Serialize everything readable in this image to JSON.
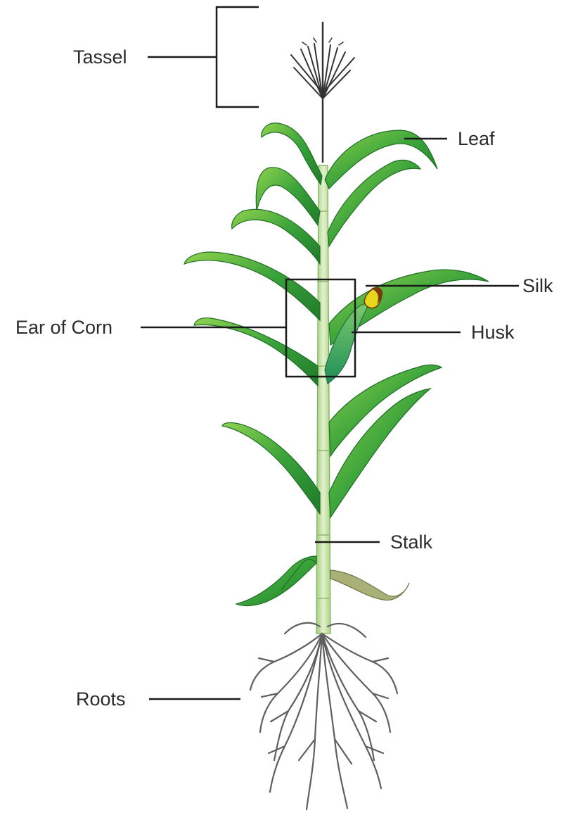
{
  "labels": {
    "tassel": "Tassel",
    "leaf": "Leaf",
    "silk": "Silk",
    "ear_of_corn": "Ear of Corn",
    "husk": "Husk",
    "stalk": "Stalk",
    "roots": "Roots"
  },
  "colors": {
    "leaf_dark": "#2e8b2e",
    "leaf_light": "#7fc94a",
    "stalk": "#cfe6b0",
    "silk": "#e2d21c",
    "silk_tip": "#7a3b0c",
    "roots": "#6b6b6b",
    "line": "#1a1a1a",
    "dead_leaf": "#9aa36a"
  }
}
